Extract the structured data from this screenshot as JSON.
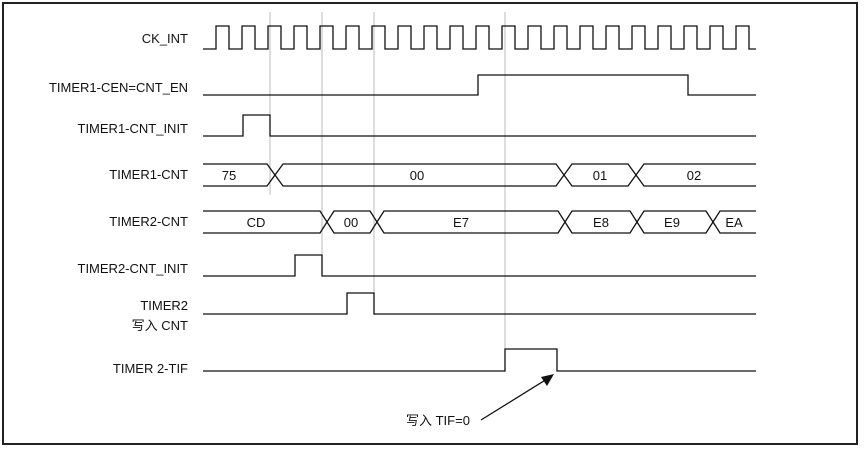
{
  "diagram": {
    "signals": [
      {
        "id": "ck_int",
        "label": "CK_INT"
      },
      {
        "id": "cen",
        "label": "TIMER1-CEN=CNT_EN"
      },
      {
        "id": "t1_init",
        "label": "TIMER1-CNT_INIT"
      },
      {
        "id": "t1_cnt",
        "label": "TIMER1-CNT",
        "values": [
          "75",
          "00",
          "01",
          "02"
        ]
      },
      {
        "id": "t2_cnt",
        "label": "TIMER2-CNT",
        "values": [
          "CD",
          "00",
          "E7",
          "E8",
          "E9",
          "EA"
        ]
      },
      {
        "id": "t2_init",
        "label": "TIMER2-CNT_INIT"
      },
      {
        "id": "t2_write",
        "label_line1": "TIMER2",
        "label_line2": "写入 CNT"
      },
      {
        "id": "tif",
        "label": "TIMER 2-TIF"
      }
    ],
    "annotation": "写入 TIF=0",
    "colors": {
      "line": "#111111",
      "guide": "#bbbbbb",
      "frame": "#222222"
    }
  }
}
